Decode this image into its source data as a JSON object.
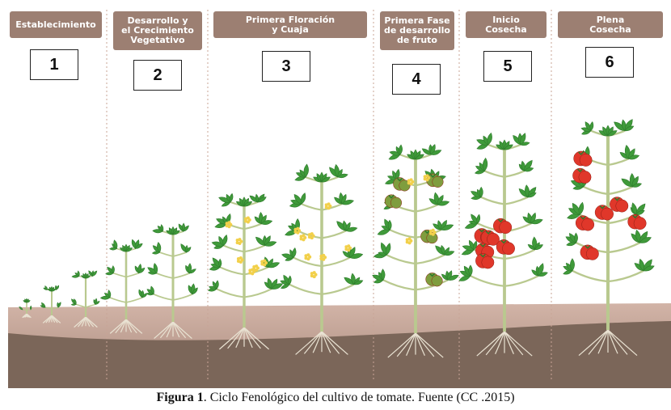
{
  "stages": [
    {
      "title": "Establecimiento",
      "number": "1"
    },
    {
      "title": "Desarrollo y\nel Crecimiento\nVegetativo",
      "number": "2"
    },
    {
      "title": "Primera Floración\ny Cuaja",
      "number": "3"
    },
    {
      "title": "Primera Fase\nde desarrollo\nde fruto",
      "number": "4"
    },
    {
      "title": "Inicio\nCosecha",
      "number": "5"
    },
    {
      "title": "Plena\nCosecha",
      "number": "6"
    }
  ],
  "caption": {
    "label": "Figura 1",
    "text": ". Ciclo Fenológico del cultivo de tomate. Fuente (CC .2015)"
  },
  "colors": {
    "tab": "#9c7f72",
    "leaf": "#3f9a3a",
    "stem": "#b9c98f",
    "soil_top": "#c7a89c",
    "soil_deep": "#7a6557",
    "tomato_ripe": "#e0372a",
    "tomato_green": "#7f9d3e",
    "flower": "#f2d04a"
  },
  "icons": [
    "tomato-plant-icon",
    "tomato-fruit-icon",
    "flower-icon",
    "root-icon"
  ]
}
